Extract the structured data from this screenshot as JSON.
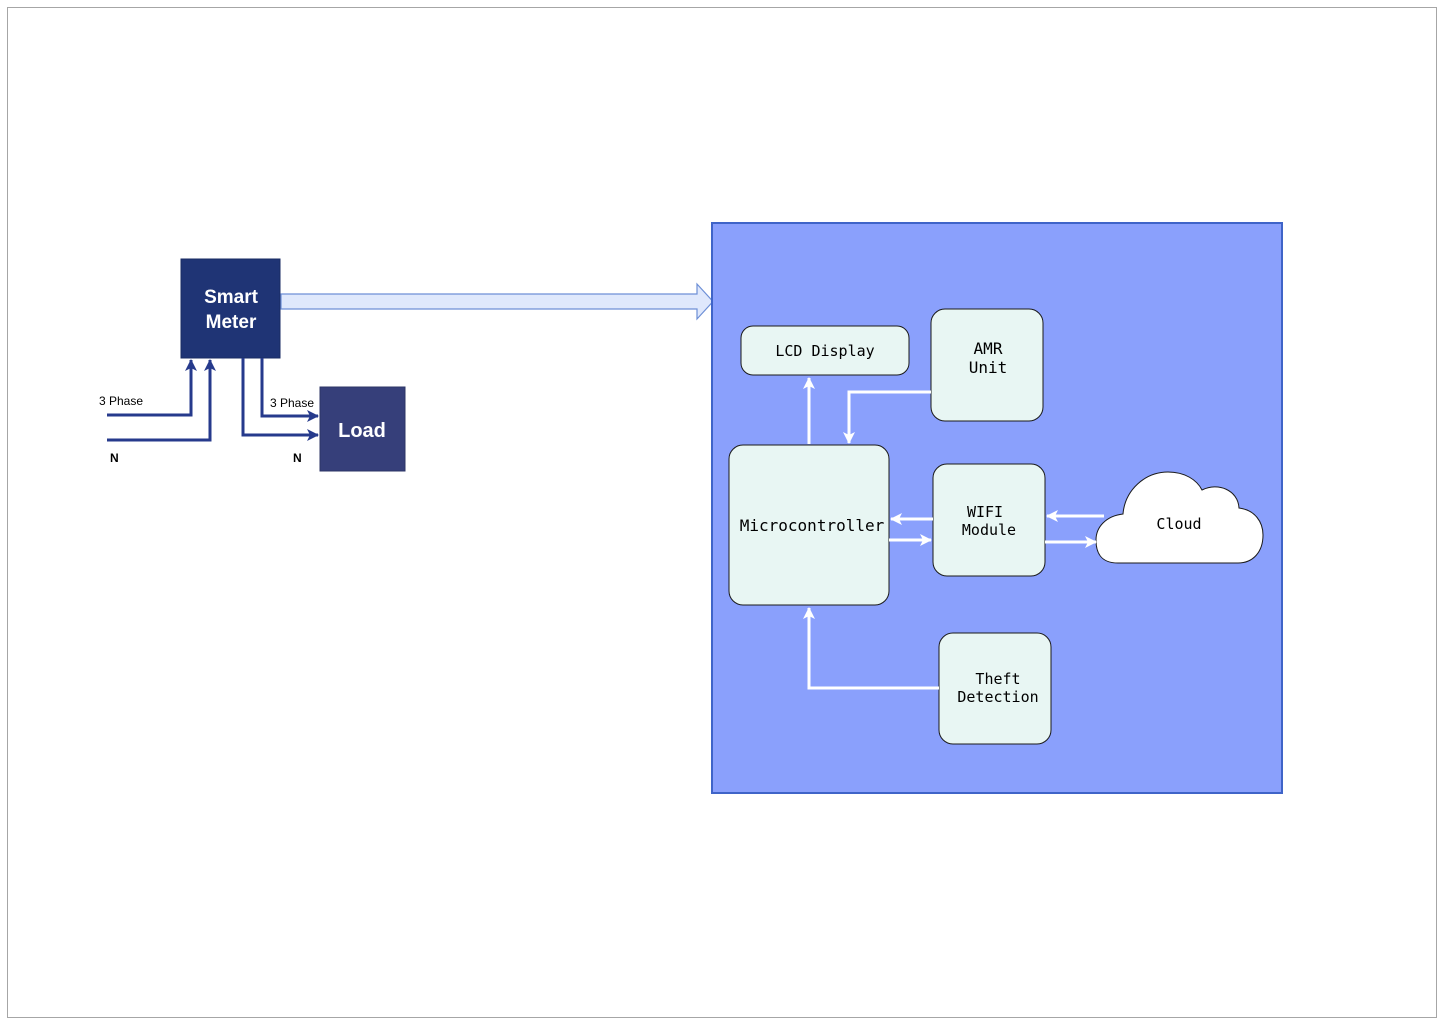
{
  "colors": {
    "navy": "#1f3475",
    "load_navy": "#363f7a",
    "wire": "#263a8c",
    "panel_fill": "#8aa0fc",
    "panel_stroke": "#3f64c8",
    "box_fill": "#e8f6f3",
    "arrow_fill": "#dfe8fc",
    "arrow_stroke": "#6d8fd6",
    "white": "#ffffff"
  },
  "left": {
    "smart_meter": {
      "line1": "Smart",
      "line2": "Meter",
      "icon": "smart-meter-block"
    },
    "load": {
      "label": "Load",
      "icon": "load-block"
    },
    "input_phase_label": "3 Phase",
    "input_neutral_label": "N",
    "output_phase_label": "3 Phase",
    "output_neutral_label": "N"
  },
  "panel": {
    "lcd": {
      "label": "LCD Display"
    },
    "amr": {
      "line1": "AMR",
      "line2": "Unit"
    },
    "micro": {
      "label": "Microcontroller"
    },
    "wifi": {
      "line1": "WIFI",
      "line2": "Module"
    },
    "cloud": {
      "label": "Cloud",
      "icon": "cloud-icon"
    },
    "theft": {
      "line1": "Theft",
      "line2": "Detection"
    }
  }
}
